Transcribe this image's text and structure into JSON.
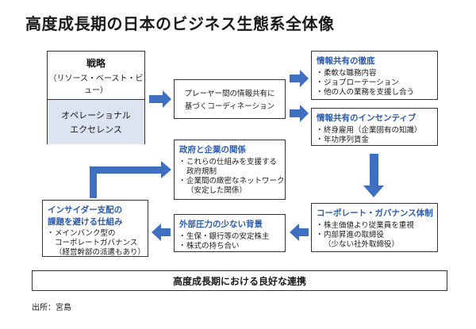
{
  "title": "高度成長期の日本のビジネス生態系全体像",
  "strategy": {
    "title": "戦略",
    "subtitle": "（リソース・ベースト・ビュー）"
  },
  "operational": {
    "line1": "オペレーショナル",
    "line2": "エクセレンス"
  },
  "coordination": {
    "line1": "プレーヤー間の情報共有に",
    "line2": "基づくコーディネーション"
  },
  "info_sharing_thorough": {
    "heading": "情報共有の徹底",
    "items": [
      "柔軟な職務内容",
      "ジョブローテーション",
      "他の人の業務を支援し合う"
    ]
  },
  "info_sharing_incentive": {
    "heading": "情報共有のインセンティブ",
    "items": [
      "終身雇用（企業固有の知識）",
      "年功序列賃金"
    ]
  },
  "gov_company": {
    "heading": "政府と企業の関係",
    "items": [
      [
        "これらの仕組みを支援する",
        "政府規制"
      ],
      [
        "企業間の緻密なネットワーク",
        "（安定した関係）"
      ]
    ]
  },
  "corporate_governance": {
    "heading": "コーポレート・ガバナンス体制",
    "items": [
      [
        "株主価値より従業員を重視"
      ],
      [
        "内部昇進の取締役",
        "（少ない社外取締役）"
      ]
    ]
  },
  "external_pressure": {
    "heading": "外部圧力の少ない背景",
    "items": [
      "生保・銀行等の安定株主",
      "株式の持ち合い"
    ]
  },
  "insider": {
    "heading_line1": "インサイダー支配の",
    "heading_line2": "課題を避ける仕組み",
    "items": [
      [
        "メインバンク型の",
        "コーポレートガバナンス",
        "（経営幹部の派遣もあり）"
      ]
    ]
  },
  "bottom_banner": "高度成長期における良好な連携",
  "source": "出所：宮島",
  "colors": {
    "accent_blue": "#3f6fc1",
    "heading_blue": "#2a5bb0",
    "shaded": "#dde3f1"
  }
}
